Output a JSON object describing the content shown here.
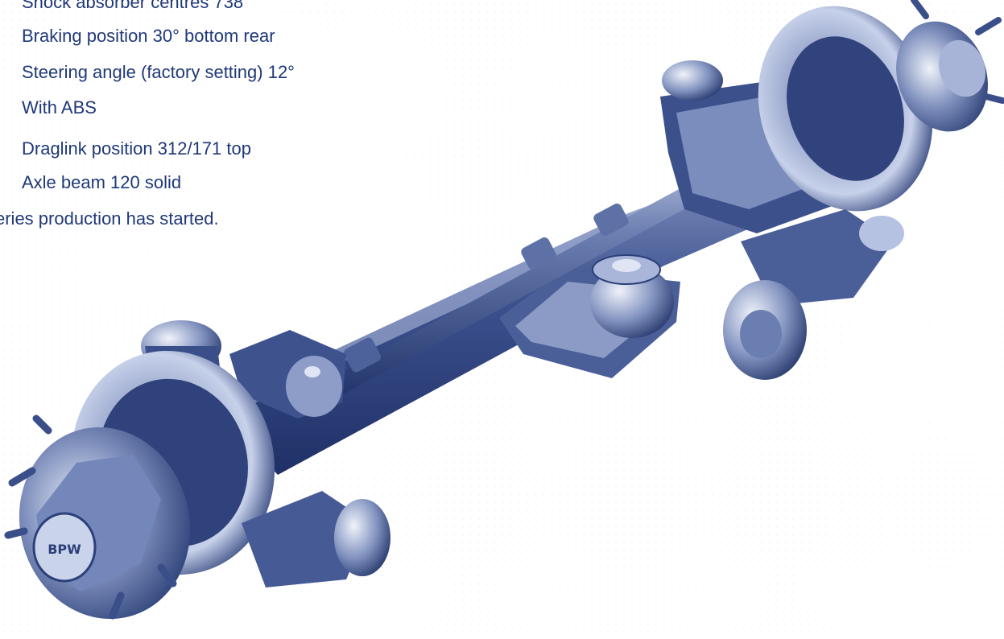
{
  "specs": [
    "Shock absorber centres 738",
    "Braking position 30° bottom rear",
    "Steering angle (factory setting) 12°",
    "With ABS",
    "Draglink position 312/171 top",
    "Axle beam 120 solid"
  ],
  "note": "eries production has started.",
  "hub_cap_text": "BPW",
  "colors": {
    "text": "#1f3878",
    "metal_dark": "#24386e",
    "metal_mid": "#5d70a3",
    "metal_light": "#c9d3ea"
  }
}
